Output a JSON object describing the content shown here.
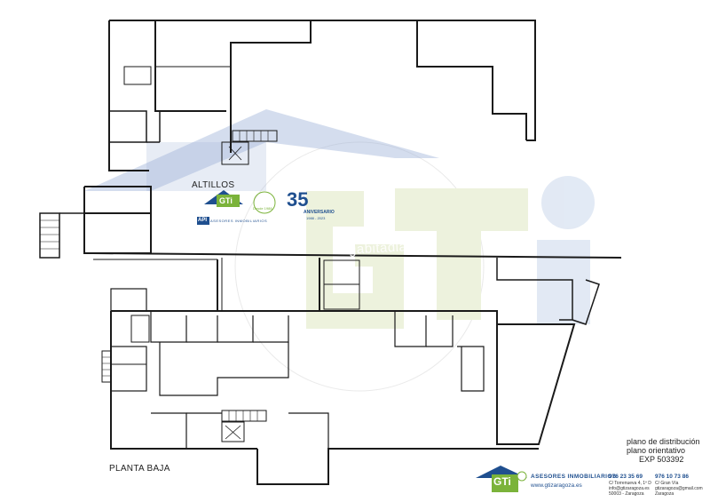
{
  "labels": {
    "upper_floor": "ALTILLOS",
    "ground_floor": "PLANTA BAJA"
  },
  "info_block": {
    "line1": "plano de distribución",
    "line2": "plano orientativo",
    "line3": "EXP  503392"
  },
  "watermark": {
    "text": "gabitadia"
  },
  "top_logo": {
    "brand": "GTi",
    "since": "Desde 1988",
    "tagline": "ASESORES INMOBILIARIOS",
    "api": "API",
    "anniversary_number": "35",
    "anniversary_text": "ANIVERSARIO",
    "anniversary_years": "1988 - 2023"
  },
  "footer": {
    "brand": "ASESORES INMOBILIARIOS",
    "website": "www.gtizaragoza.es",
    "phone1": "976 23 35 69",
    "phone2": "976 10 73 86",
    "addr1": "C/ Torrenueva 4, 1º D",
    "addr2": "info@gtizaragoza.es",
    "addr3": "50003 - Zaragoza",
    "addr4": "C/ Gran Vía",
    "addr5": "gtizaragoza@gmail.com",
    "addr6": "Zaragoza"
  },
  "colors": {
    "wall": "#1a1a1a",
    "blue_overlay": "#9fb3d9",
    "green_watermark": "#d9e6b8",
    "blue_watermark": "#c7d5ea",
    "brand_blue": "#1f4f8f",
    "brand_green": "#7bb33a"
  }
}
